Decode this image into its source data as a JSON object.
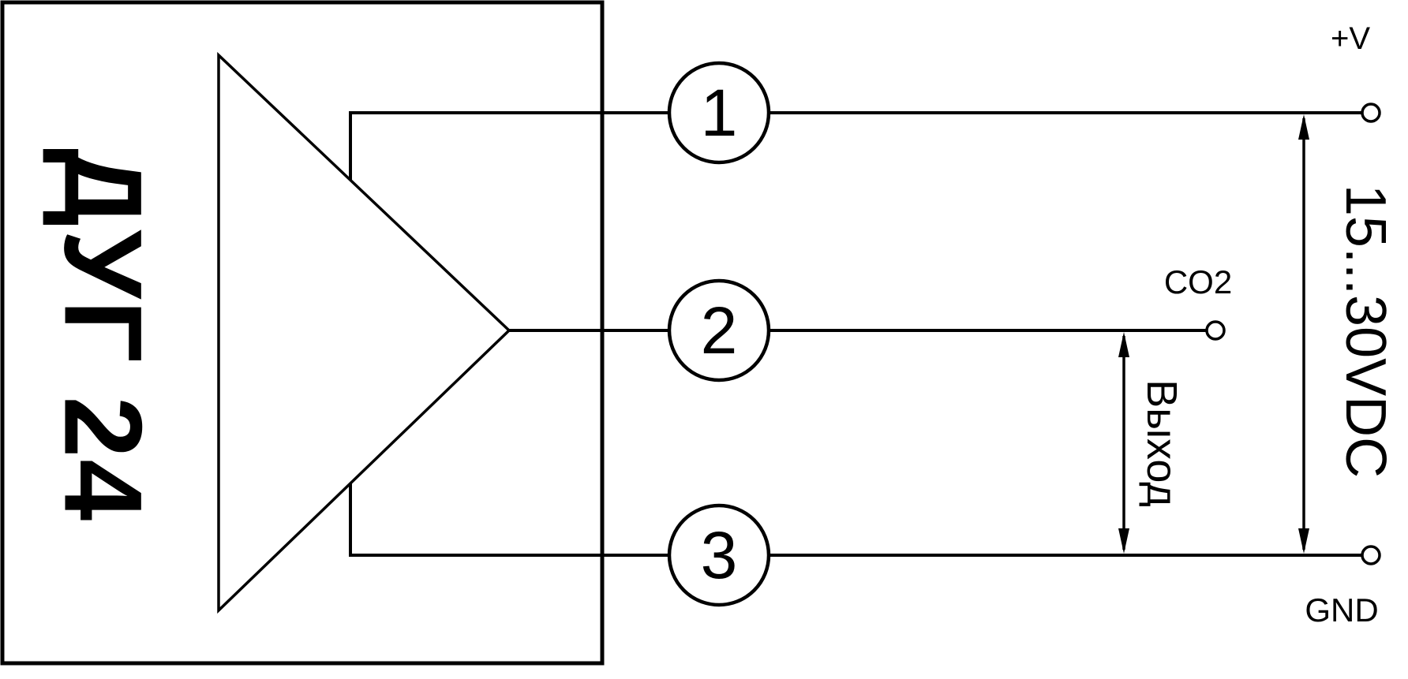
{
  "device": {
    "label": "ДУГ 24"
  },
  "pins": [
    {
      "number": "1"
    },
    {
      "number": "2"
    },
    {
      "number": "3"
    }
  ],
  "labels": {
    "plus_v": "+V",
    "voltage_range": "15...30VDC",
    "co2": "CO2",
    "output": "Выход",
    "gnd": "GND"
  },
  "colors": {
    "line": "#000000",
    "background": "#ffffff"
  }
}
